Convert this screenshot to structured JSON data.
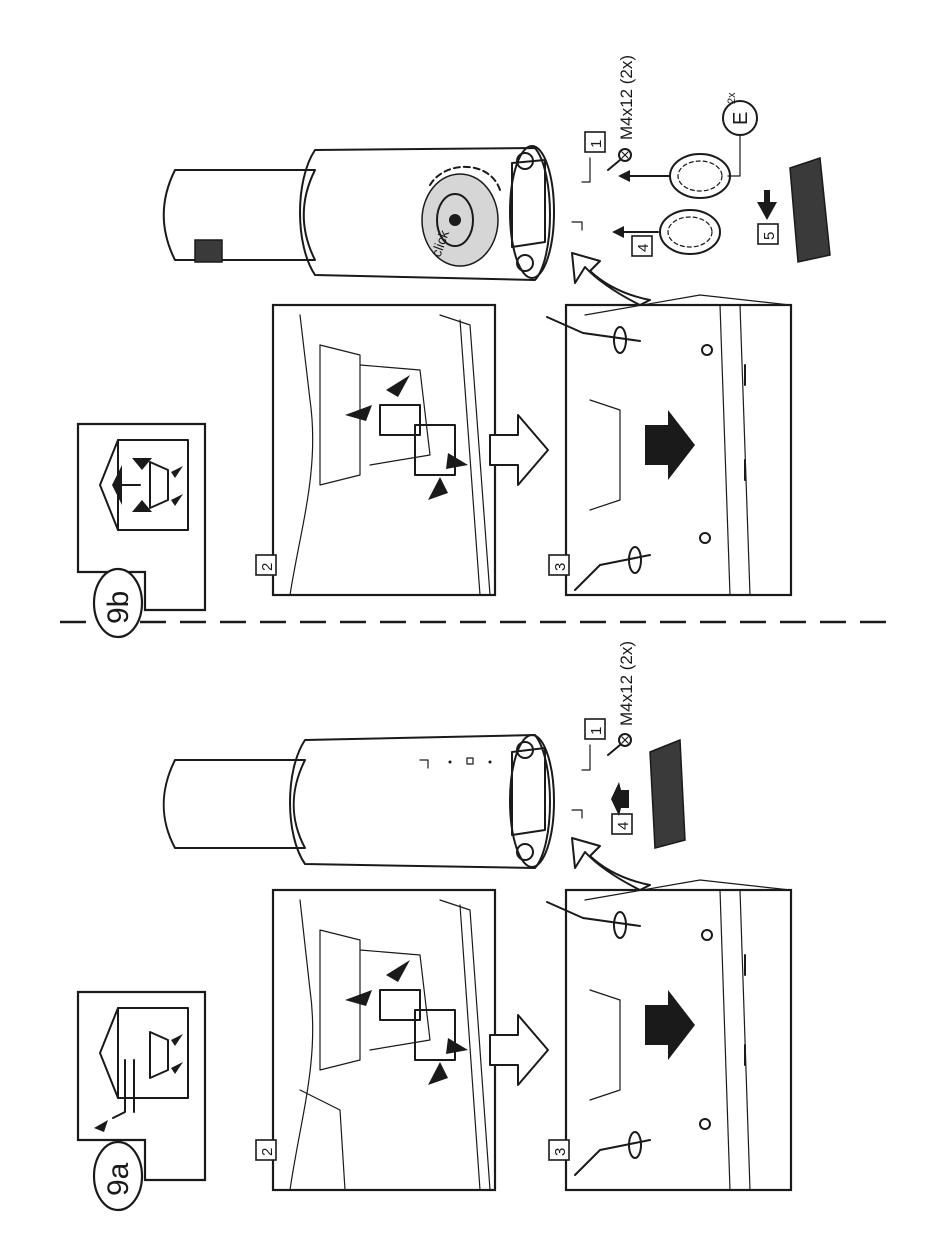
{
  "panels": {
    "a": {
      "badge": "9a",
      "step2": "2",
      "step3": "3",
      "step1": "1",
      "step4": "4",
      "screw_spec": "M4x12 (2x)"
    },
    "b": {
      "badge": "9b",
      "step2": "2",
      "step3": "3",
      "step1": "1",
      "step4": "4",
      "step5": "5",
      "screw_spec": "M4x12 (2x)",
      "part_letter": "E",
      "part_qty": "2x",
      "click_text": "click"
    }
  },
  "colors": {
    "ink": "#1a1a1a",
    "paper": "#ffffff",
    "filter_mesh": "#3a3a3a"
  }
}
